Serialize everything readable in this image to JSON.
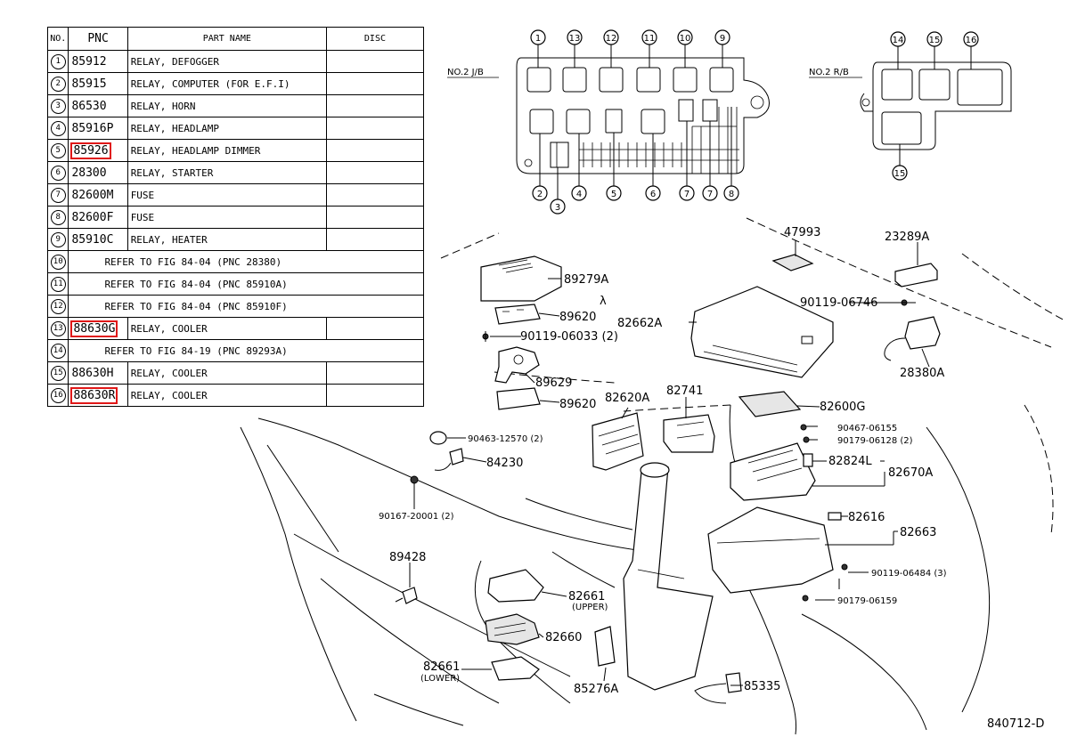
{
  "table": {
    "headers": {
      "no": "NO.",
      "pnc": "PNC",
      "part_name": "PART NAME",
      "disc": "DISC"
    },
    "rows": [
      {
        "no": "1",
        "pnc": "85912",
        "name": "RELAY, DEFOGGER",
        "highlighted": false
      },
      {
        "no": "2",
        "pnc": "85915",
        "name": "RELAY, COMPUTER (FOR E.F.I)",
        "highlighted": false
      },
      {
        "no": "3",
        "pnc": "86530",
        "name": "RELAY, HORN",
        "highlighted": false
      },
      {
        "no": "4",
        "pnc": "85916P",
        "name": "RELAY, HEADLAMP",
        "highlighted": false
      },
      {
        "no": "5",
        "pnc": "85926",
        "name": "RELAY, HEADLAMP DIMMER",
        "highlighted": true
      },
      {
        "no": "6",
        "pnc": "28300",
        "name": "RELAY, STARTER",
        "highlighted": false
      },
      {
        "no": "7",
        "pnc": "82600M",
        "name": "FUSE",
        "highlighted": false
      },
      {
        "no": "8",
        "pnc": "82600F",
        "name": "FUSE",
        "highlighted": false
      },
      {
        "no": "9",
        "pnc": "85910C",
        "name": "RELAY, HEATER",
        "highlighted": false
      },
      {
        "no": "10",
        "refer": "REFER TO FIG 84-04 (PNC 28380)"
      },
      {
        "no": "11",
        "refer": "REFER TO FIG 84-04 (PNC 85910A)"
      },
      {
        "no": "12",
        "refer": "REFER TO FIG 84-04 (PNC 85910F)"
      },
      {
        "no": "13",
        "pnc": "88630G",
        "name": "RELAY, COOLER",
        "highlighted": true
      },
      {
        "no": "14",
        "refer": "REFER TO FIG 84-19 (PNC 89293A)"
      },
      {
        "no": "15",
        "pnc": "88630H",
        "name": "RELAY, COOLER",
        "highlighted": false
      },
      {
        "no": "16",
        "pnc": "88630R",
        "name": "RELAY, COOLER",
        "highlighted": true
      }
    ]
  },
  "jb": {
    "label": "NO.2 J/B",
    "top_callouts": [
      "1",
      "13",
      "12",
      "11",
      "10",
      "9"
    ],
    "bottom_callouts": [
      "2",
      "3",
      "4",
      "5",
      "6",
      "7",
      "7",
      "8"
    ]
  },
  "rb": {
    "label": "NO.2 R/B",
    "top_callouts": [
      "14",
      "15",
      "16"
    ],
    "bottom_callout": "15"
  },
  "parts": {
    "p47993": "47993",
    "p23289A": "23289A",
    "p89279A": "89279A",
    "lambda": "λ",
    "p89620a": "89620",
    "p82662A": "82662A",
    "p90119_06746": "90119-06746",
    "p90119_06033": "90119-06033 (2)",
    "p28380A": "28380A",
    "p89629": "89629",
    "p82620A": "82620A",
    "p82741": "82741",
    "p82600G": "82600G",
    "p89620b": "89620",
    "p90467_06155": "90467-06155",
    "p90179_06128": "90179-06128 (2)",
    "p90463_12570": "90463-12570 (2)",
    "p84230": "84230",
    "p82824L": "82824L",
    "p82670A": "82670A",
    "p90167_20001": "90167-20001 (2)",
    "p82616": "82616",
    "p82663": "82663",
    "p89428": "89428",
    "p90119_06484": "90119-06484 (3)",
    "p82661u": "82661",
    "upper": "(UPPER)",
    "p90179_06159": "90179-06159",
    "p82660": "82660",
    "p82661l": "82661",
    "lower": "(LOWER)",
    "p85276A": "85276A",
    "p85335": "85335",
    "figure_id": "840712-D"
  }
}
